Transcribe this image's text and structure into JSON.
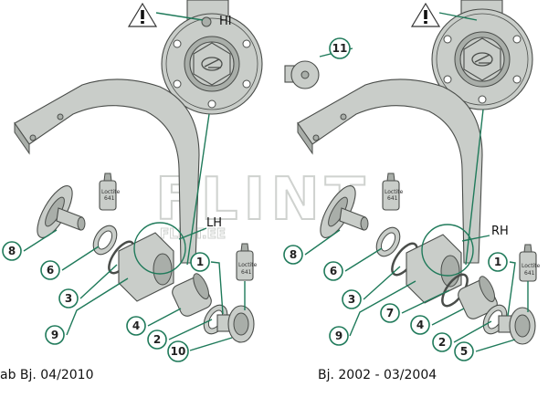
{
  "watermark": {
    "main": "FLINT",
    "sub": "FLINT.EE"
  },
  "left": {
    "caption": "ab Bj. 04/2010",
    "side_label": "LH",
    "hub_label": "HI",
    "loctite_top": {
      "brand": "Loctite",
      "code": "641"
    },
    "loctite_bottom": {
      "brand": "Loctite",
      "code": "641"
    },
    "callouts": [
      "8",
      "6",
      "3",
      "9",
      "4",
      "2",
      "10",
      "1",
      "11"
    ]
  },
  "right": {
    "caption": "Bj. 2002 - 03/2004",
    "side_label": "RH",
    "loctite_top": {
      "brand": "Loctite",
      "code": "641"
    },
    "loctite_bottom": {
      "brand": "Loctite",
      "code": "641"
    },
    "callouts": [
      "8",
      "6",
      "3",
      "9",
      "7",
      "4",
      "2",
      "5",
      "1"
    ]
  },
  "icons": {
    "warning": "warning-triangle-icon"
  },
  "colors": {
    "callout": "#1f7a5a",
    "part": "#c9cdc9"
  }
}
